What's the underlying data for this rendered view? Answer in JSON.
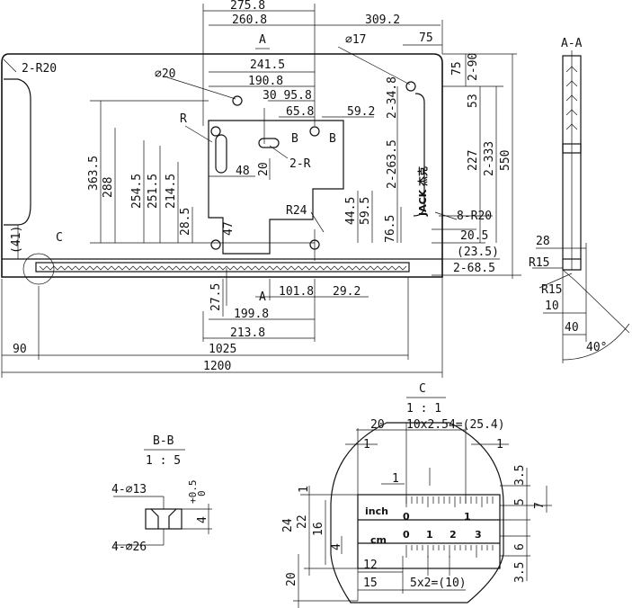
{
  "top": {
    "d275_8": "275.8",
    "d260_8": "260.8",
    "d309_2": "309.2",
    "phi17": "∅17",
    "d75a": "75",
    "sectA": "A",
    "d241_5": "241.5",
    "phi20": "∅20",
    "d190_8": "190.8",
    "d30_95_8": "30 95.8",
    "d65_8": "65.8",
    "d59_2": "59.2",
    "r2r20": "2-R20",
    "rR": "R",
    "b1": "B",
    "b2": "B",
    "d48": "48",
    "d20": "20",
    "r2R": "2-R",
    "d363_5": "363.5",
    "d288": "288",
    "d254_5": "254.5",
    "d251_5": "251.5",
    "d214_5": "214.5",
    "d28_5": "28.5",
    "d47": "47",
    "r24": "R24",
    "d44_5": "44.5",
    "d59_5": "59.5",
    "d76_5": "76.5",
    "d2_34_8": "2-34.8",
    "d2_263_5": "2-263.5",
    "d227": "227",
    "d2_333": "2-333",
    "d550": "550",
    "d75b": "75",
    "d2_90": "2-90",
    "d53": "53",
    "r8r20": "8-R20",
    "d20_5": "20.5",
    "d23_5": "(23.5)",
    "d2_68_5": "2-68.5",
    "d41": "(41)",
    "labC": "C",
    "d27_5": "27.5",
    "sectA2": "A",
    "d101_8": "101.8",
    "d29_2": "29.2",
    "d199_8": "199.8",
    "d213_8": "213.8",
    "d90": "90",
    "d1025": "1025",
    "d1200": "1200",
    "brand": "JACK 杰克"
  },
  "sectionAA": {
    "title": "A-A",
    "d28": "28",
    "r15a": "R15",
    "r15b": "R15",
    "d10": "10",
    "d40": "40",
    "ang": "40°"
  },
  "sectionBB": {
    "title": "B-B",
    "scale": "1 : 5",
    "h1": "4-∅13",
    "tol": "+0.5",
    "tol0": "0",
    "d4": "4",
    "h2": "4-∅26"
  },
  "detailC": {
    "title": "C",
    "scale": "1 : 1",
    "d20": "20",
    "d10x": "10x2.54=(25.4)",
    "d1a": "1",
    "d1b": "1",
    "d1c": "1",
    "d3_5a": "3.5",
    "d5": "5",
    "d7": "7",
    "d1l": "1",
    "d24": "24",
    "d22": "22",
    "d16": "16",
    "d4": "4",
    "inch": "inch",
    "cm": "cm",
    "i0": "0",
    "i1": "1",
    "c0": "0",
    "c1": "1",
    "c2": "2",
    "c3": "3",
    "d6": "6",
    "d3_5b": "3.5",
    "d12": "12",
    "d15": "15",
    "d5x2": "5x2=(10)",
    "d20b": "20"
  }
}
